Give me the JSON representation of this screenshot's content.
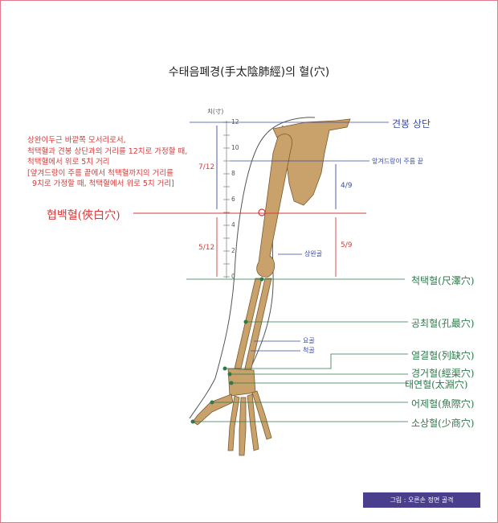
{
  "title": "수태음폐경(手太陰肺經)의 혈(穴)",
  "note_lines": "상완이두근 바깥쪽 모서리로서,\n척택혈과 견봉 상단과의 거리를 12치로 가정할 때,\n척택혈에서 위로 5치 거리\n[앞겨드랑이 주름 끝에서 척택혈까지의 거리를\n  9치로 가정할 때, 척택혈에서 위로 5치 거리]",
  "main_point": "협백혈(俠白穴)",
  "ruler": {
    "unit": "치(寸)",
    "ticks": [
      "12",
      "10",
      "8",
      "6",
      "4",
      "2",
      "0"
    ]
  },
  "measures": {
    "upper_red": "7/12",
    "lower_red": "5/12",
    "upper_blue": "4/9",
    "lower_red_right": "5/9"
  },
  "landmarks": {
    "acromion": "견봉 상단",
    "axilla": "앞겨드랑이 주름 끝",
    "humerus": "상완골",
    "radius": "요골",
    "ulna": "척골"
  },
  "acupoints": [
    "척택혈(尺澤穴)",
    "공최혈(孔最穴)",
    "열결혈(列缺穴)",
    "경거혈(經渠穴)",
    "태연혈(太淵穴)",
    "어제혈(魚際穴)",
    "소상혈(少商穴)"
  ],
  "caption": "그림 : 오른손 정면 골격",
  "colors": {
    "accent_red": "#d63a3a",
    "point_green": "#2c7a4a",
    "line_blue": "#3a4aa8",
    "bone": "#c9a16a",
    "caption_bg": "#4a3f8c"
  }
}
